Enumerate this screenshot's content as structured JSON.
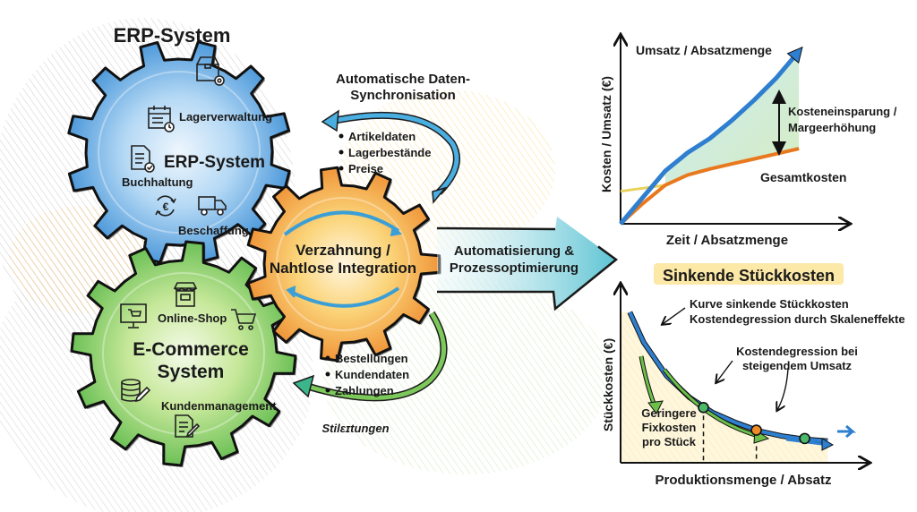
{
  "title": "ERP-System",
  "gears": {
    "erp": {
      "title": "ERP-System",
      "items": [
        "Lagerverwaltung",
        "Buchhaltung",
        "Beschaffung"
      ],
      "icons": [
        "box-settings-icon",
        "calendar-clock-icon",
        "document-check-icon",
        "euro-exchange-icon",
        "truck-icon"
      ],
      "color": "#3d8fd6"
    },
    "ecommerce": {
      "title_line1": "E-Commerce",
      "title_line2": "System",
      "items": [
        "Online-Shop",
        "Kundenmanagement"
      ],
      "icons": [
        "storefront-icon",
        "computer-cart-icon",
        "shopping-cart-icon",
        "database-edit-icon",
        "document-edit-icon"
      ],
      "color": "#6cc04a"
    },
    "integration": {
      "line1": "Verzahnung /",
      "line2": "Nahtlose Integration",
      "color": "#f2a23a"
    }
  },
  "sync_top": {
    "title_line1": "Automatische Daten-",
    "title_line2": "Synchronisation",
    "bullets": [
      "Artikeldaten",
      "Lagerbestände",
      "Preise"
    ]
  },
  "sync_bottom": {
    "bullets": [
      "Bestellungen",
      "Kundendaten",
      "Zahlungen"
    ],
    "caption": "Stilɛɪtungen"
  },
  "big_arrow": {
    "line1": "Automatisierung &",
    "line2": "Prozessoptimierung"
  },
  "chart_data": [
    {
      "type": "line",
      "title": "",
      "xlabel": "Zeit / Absatzmenge",
      "ylabel": "Kosten / Umsatz (€)",
      "x": [
        0,
        1,
        2,
        3,
        4,
        5,
        6,
        7,
        8
      ],
      "series": [
        {
          "name": "Umsatz / Absatzmenge",
          "values": [
            0,
            1.3,
            2.6,
            3.5,
            4.2,
            5.1,
            6.1,
            7.2,
            8.5
          ],
          "color": "#2f7fd0"
        },
        {
          "name": "Gesamtkosten",
          "values": [
            0,
            1.0,
            1.9,
            2.4,
            2.7,
            2.95,
            3.2,
            3.45,
            3.7
          ],
          "color": "#e8791e"
        },
        {
          "name": "",
          "values": [
            1.6,
            1.75,
            1.9
          ],
          "color": "#e8d25a"
        }
      ],
      "annotation": "Kosteneinsparung / Margeerhöhung",
      "xlim": [
        0,
        10
      ],
      "ylim": [
        0,
        9
      ]
    },
    {
      "type": "line",
      "title": "Sinkende Stückkosten",
      "xlabel": "Produktionsmenge / Absatz",
      "ylabel": "Stückkosten (€)",
      "x": [
        0.4,
        1,
        2,
        3,
        4,
        5,
        6,
        7,
        8,
        9
      ],
      "series": [
        {
          "name": "Kurve sinkende Stückkosten",
          "values": [
            9.0,
            7.2,
            5.2,
            3.9,
            3.0,
            2.4,
            1.9,
            1.6,
            1.4,
            1.3
          ],
          "color": "#2f7fd0"
        }
      ],
      "points": [
        {
          "x": 3.6,
          "y": 3.3,
          "color": "#4cb86a"
        },
        {
          "x": 5.9,
          "y": 1.95,
          "color": "#f08a24"
        },
        {
          "x": 8.0,
          "y": 1.45,
          "color": "#4cb86a"
        }
      ],
      "annotations": [
        "Kurve sinkende Stückkosten",
        "Kostendegression durch Skaleneffekte",
        "Kostendegression bei",
        "steigendem Umsatz",
        "Geringere",
        "Fixkosten",
        "pro Stück"
      ],
      "xlim": [
        0,
        10
      ],
      "ylim": [
        0,
        10
      ]
    }
  ]
}
